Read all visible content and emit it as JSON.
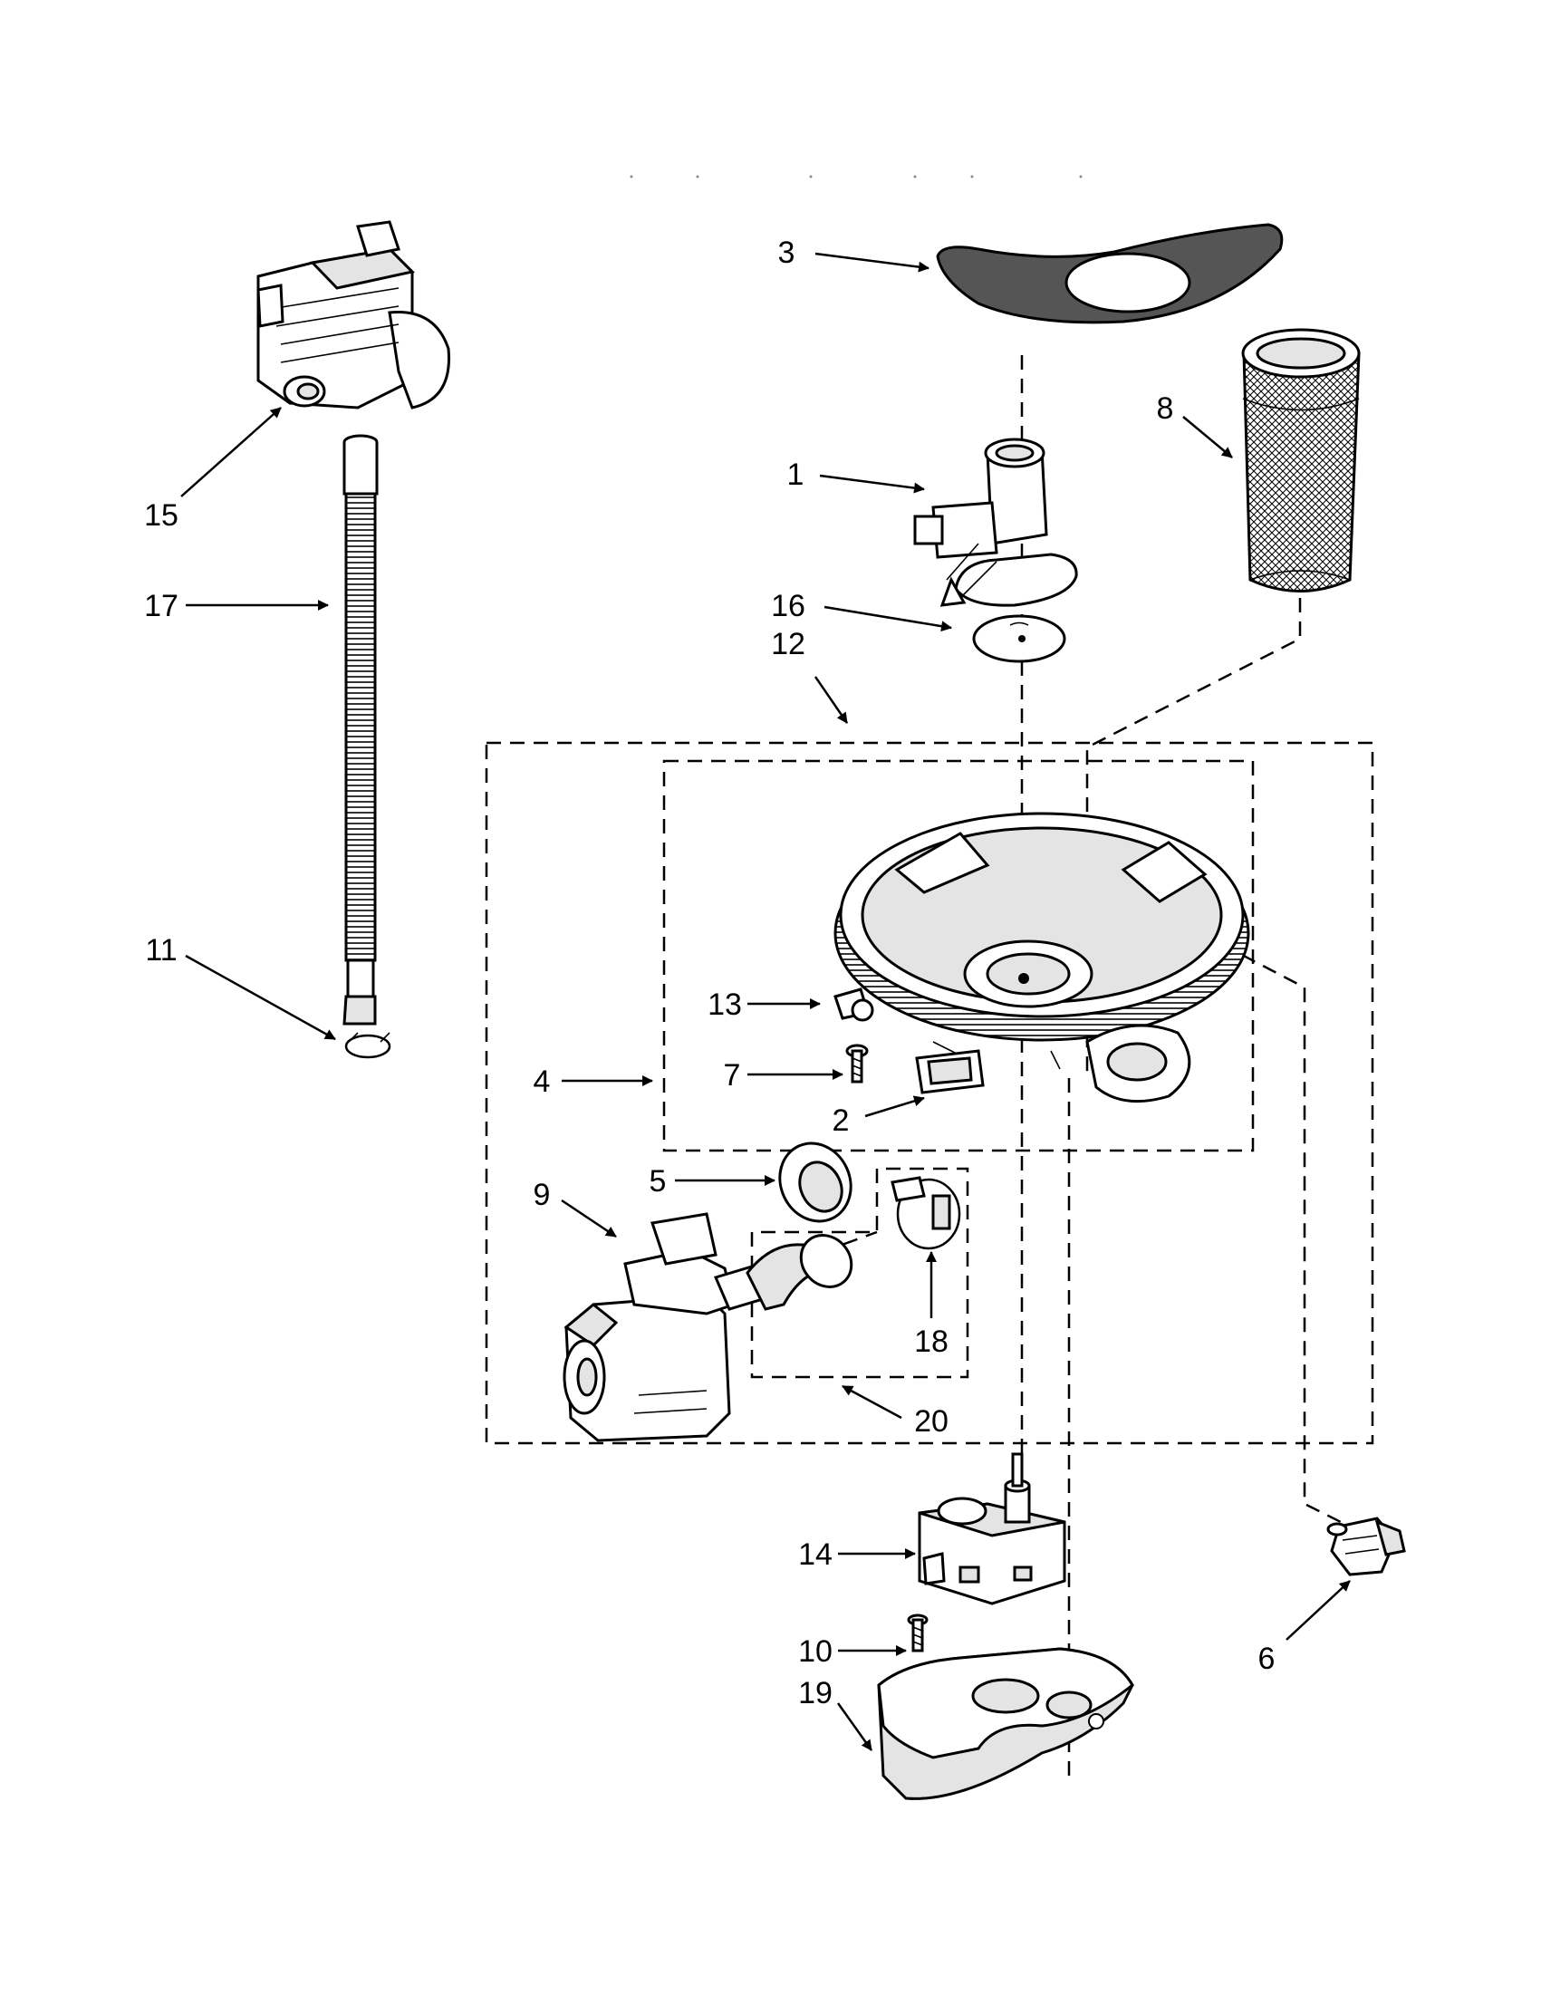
{
  "diagram": {
    "labels": [
      "1",
      "2",
      "3",
      "4",
      "5",
      "6",
      "7",
      "8",
      "9",
      "10",
      "11",
      "12",
      "13",
      "14",
      "15",
      "16",
      "17",
      "18",
      "19",
      "20"
    ],
    "colors": {
      "ink": "#000000",
      "paper": "#ffffff",
      "shade": "#e4e4e4",
      "dark": "#555555"
    },
    "icons": [
      "inlet-valve-assembly-icon",
      "drain-hose-icon",
      "hose-clamp-icon",
      "filter-cover-icon",
      "diverter-housing-icon",
      "diverter-disc-icon",
      "upper-filter-icon",
      "sump-assembly-icon",
      "wire-connector-icon",
      "screw-icon",
      "connector-plug-icon",
      "pump-seal-icon",
      "wash-pump-motor-icon",
      "band-clamp-icon",
      "diverter-motor-icon",
      "sensor-icon",
      "sump-support-icon"
    ]
  }
}
